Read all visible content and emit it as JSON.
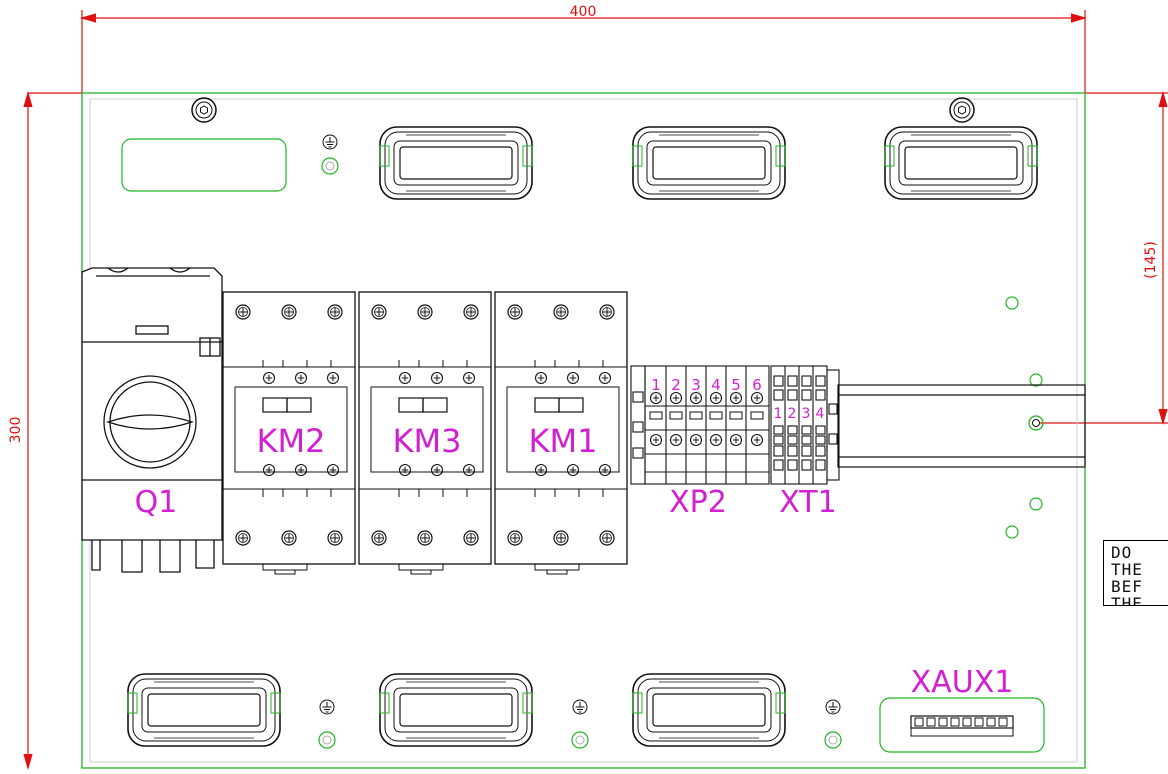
{
  "dimensions": {
    "width": "400",
    "height": "300",
    "reference": "(145)"
  },
  "components": {
    "switch": "Q1",
    "contactors": [
      "KM2",
      "KM3",
      "KM1"
    ],
    "terminal_block_p": "XP2",
    "terminal_block_t": "XT1",
    "aux_connector": "XAUX1"
  },
  "xp2_terminals": [
    "1",
    "2",
    "3",
    "4",
    "5",
    "6"
  ],
  "xt1_terminals": [
    "1",
    "2",
    "3",
    "4"
  ],
  "note_lines": [
    "DO",
    "THE",
    "BEF",
    "THE"
  ],
  "colors": {
    "dimension": "#e01010",
    "outline": "#22b422",
    "label": "#d21fd2",
    "ink": "#111111",
    "gray": "#888888"
  }
}
